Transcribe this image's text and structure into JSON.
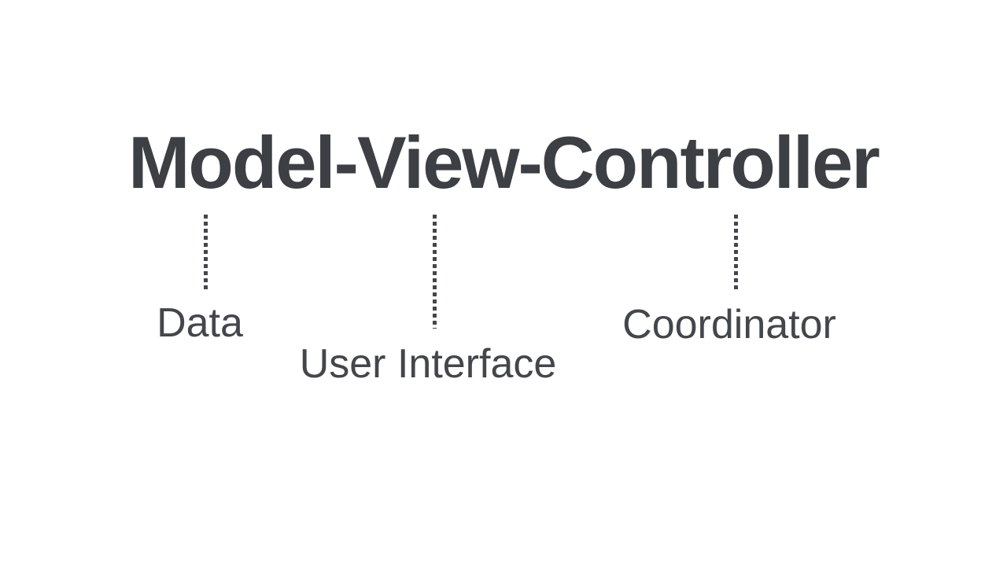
{
  "colors": {
    "background": "#ffffff",
    "title_ink": "#3c3f43",
    "label_ink": "#43464b",
    "connector_ink": "#43464b"
  },
  "diagram": {
    "title": "Model-View-Controller",
    "annotations": [
      {
        "term": "Model",
        "label": "Data"
      },
      {
        "term": "View",
        "label": "User Interface"
      },
      {
        "term": "Controller",
        "label": "Coordinator"
      }
    ]
  }
}
